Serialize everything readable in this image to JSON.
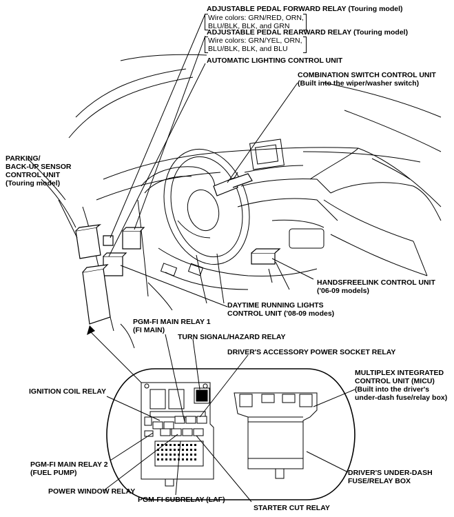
{
  "labels": {
    "pedal_forward": "ADJUSTABLE PEDAL FORWARD RELAY (Touring model)",
    "pedal_forward_wires": [
      "Wire colors: GRN/RED, ORN,",
      "BLU/BLK, BLK, and GRN"
    ],
    "pedal_rearward": "ADJUSTABLE PEDAL REARWARD RELAY (Touring model)",
    "pedal_rearward_wires": [
      "Wire colors: GRN/YEL, ORN,",
      "BLU/BLK, BLK, and BLU"
    ],
    "auto_lighting": "AUTOMATIC LIGHTING CONTROL UNIT",
    "combination_switch": [
      "COMBINATION SWITCH CONTROL UNIT",
      "(Built into the wiper/washer switch)"
    ],
    "parking_sensor": [
      "PARKING/",
      "BACK-UP SENSOR",
      "CONTROL UNIT",
      "(Touring model)"
    ],
    "handsfreelink": [
      "HANDSFREELINK CONTROL UNIT",
      "('06-09 models)"
    ],
    "daytime_running": [
      "DAYTIME RUNNING LIGHTS",
      "CONTROL UNIT ('08-09 modes)"
    ],
    "pgmfi_main_relay_1": [
      "PGM-FI MAIN RELAY 1",
      "(FI MAIN)"
    ],
    "turn_signal": "TURN SIGNAL/HAZARD RELAY",
    "accessory_socket": "DRIVER'S ACCESSORY POWER SOCKET RELAY",
    "ignition_coil": "IGNITION COIL RELAY",
    "micu": [
      "MULTIPLEX INTEGRATED",
      "CONTROL UNIT (MICU)",
      "(Built into the driver's",
      "under-dash fuse/relay box)"
    ],
    "pgmfi_main_relay_2": [
      "PGM-FI MAIN RELAY 2",
      "(FUEL PUMP)"
    ],
    "power_window": "POWER WINDOW RELAY",
    "pgmfi_subrelay": "PGM-FI SUBRELAY (LAF)",
    "starter_cut": "STARTER CUT RELAY",
    "underdash_box": [
      "DRIVER'S UNDER-DASH",
      "FUSE/RELAY BOX"
    ]
  }
}
